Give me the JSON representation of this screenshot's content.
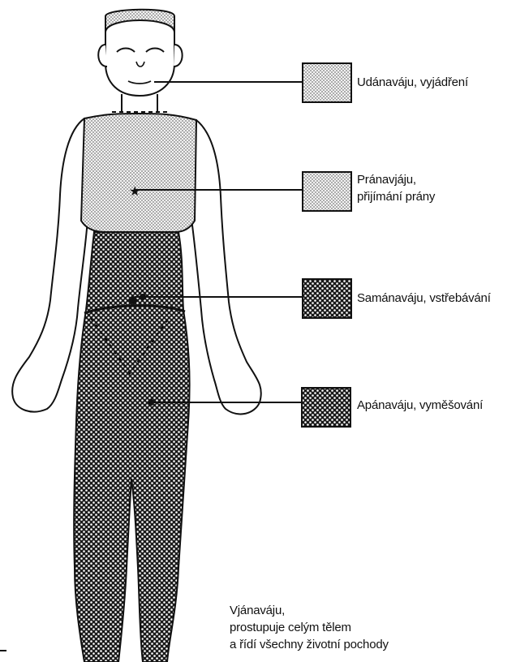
{
  "labels": {
    "udana": {
      "line1": "Udánaváju, vyjádření"
    },
    "prana": {
      "line1": "Pránavjáju,",
      "line2": "přijímání prány"
    },
    "samana": {
      "line1": "Samánaváju, vstřebávání"
    },
    "apana": {
      "line1": "Apánaváju, vyměšování"
    },
    "vyana": {
      "line1": "Vjánaváju,",
      "line2": "prostupuje celým tělem",
      "line3": "a řídí všechny životní pochody"
    }
  },
  "colors": {
    "ink": "#111111",
    "light_fill": "#d8d8d8",
    "dark_fill": "#6a6a6a"
  }
}
